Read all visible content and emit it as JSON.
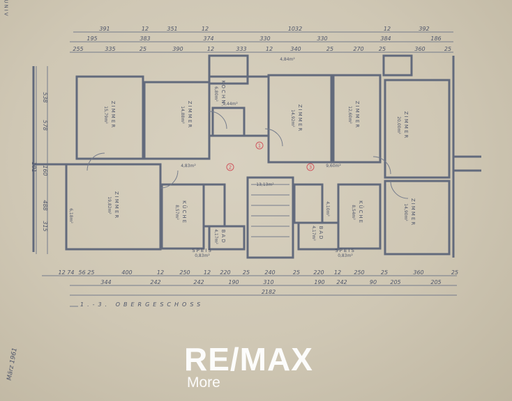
{
  "plan": {
    "title": "1.-3. OBERGESCHOSS",
    "date_note": "März 1961",
    "corner_note": "UNIV",
    "dims_top": [
      [
        "391",
        "12",
        "351",
        "12",
        "1032",
        "12",
        "392"
      ],
      [
        "195",
        "383",
        "374",
        "330",
        "330",
        "384",
        "186"
      ],
      [
        "255",
        "335",
        "25",
        "390",
        "12",
        "333",
        "12",
        "340",
        "25",
        "270",
        "25",
        "360",
        "25"
      ]
    ],
    "dims_bottom": [
      [
        "12 74",
        "56 25",
        "400",
        "12",
        "250",
        "12",
        "220",
        "25",
        "240",
        "25",
        "220",
        "12",
        "250",
        "25",
        "360",
        "25"
      ],
      [
        "344",
        "242",
        "242",
        "190",
        "310",
        "190",
        "242",
        "90",
        "205",
        "205"
      ],
      [
        "2182"
      ]
    ],
    "dims_left": [
      "538",
      "578",
      "160",
      "488",
      "315",
      "101"
    ],
    "rooms": [
      {
        "name": "ZIMMER",
        "area": "15,79m²"
      },
      {
        "name": "ZIMMER",
        "area": "14,88m²"
      },
      {
        "name": "ZIMMER",
        "area": "19,82m²"
      },
      {
        "name": "KÜCHE",
        "area": "8,57m²"
      },
      {
        "name": "BAD",
        "area": "4,17m²"
      },
      {
        "name": "KOCHN.",
        "area": "6,80m²"
      },
      {
        "name": "ZIMMER",
        "area": "14,92m²"
      },
      {
        "name": "ZIMMER",
        "area": "12,60m²"
      },
      {
        "name": "ZIMMER",
        "area": "20,00m²"
      },
      {
        "name": "ZIMMER",
        "area": "14,90m²"
      },
      {
        "name": "KÜCHE",
        "area": "8,54m²"
      },
      {
        "name": "BAD",
        "area": "4,17m²"
      },
      {
        "name": "SPEIS",
        "area": "0,83m²"
      },
      {
        "name": "SPEIS",
        "area": "0,83m²"
      }
    ],
    "misc_areas": [
      "4,83m²",
      "9,44m²",
      "9,60m²",
      "13,13m²",
      "4,10m²",
      "4,84m²",
      "6,18m²"
    ],
    "markers": [
      "1",
      "2",
      "3"
    ]
  },
  "watermark": {
    "logo": "RE/MAX",
    "sub": "More"
  }
}
